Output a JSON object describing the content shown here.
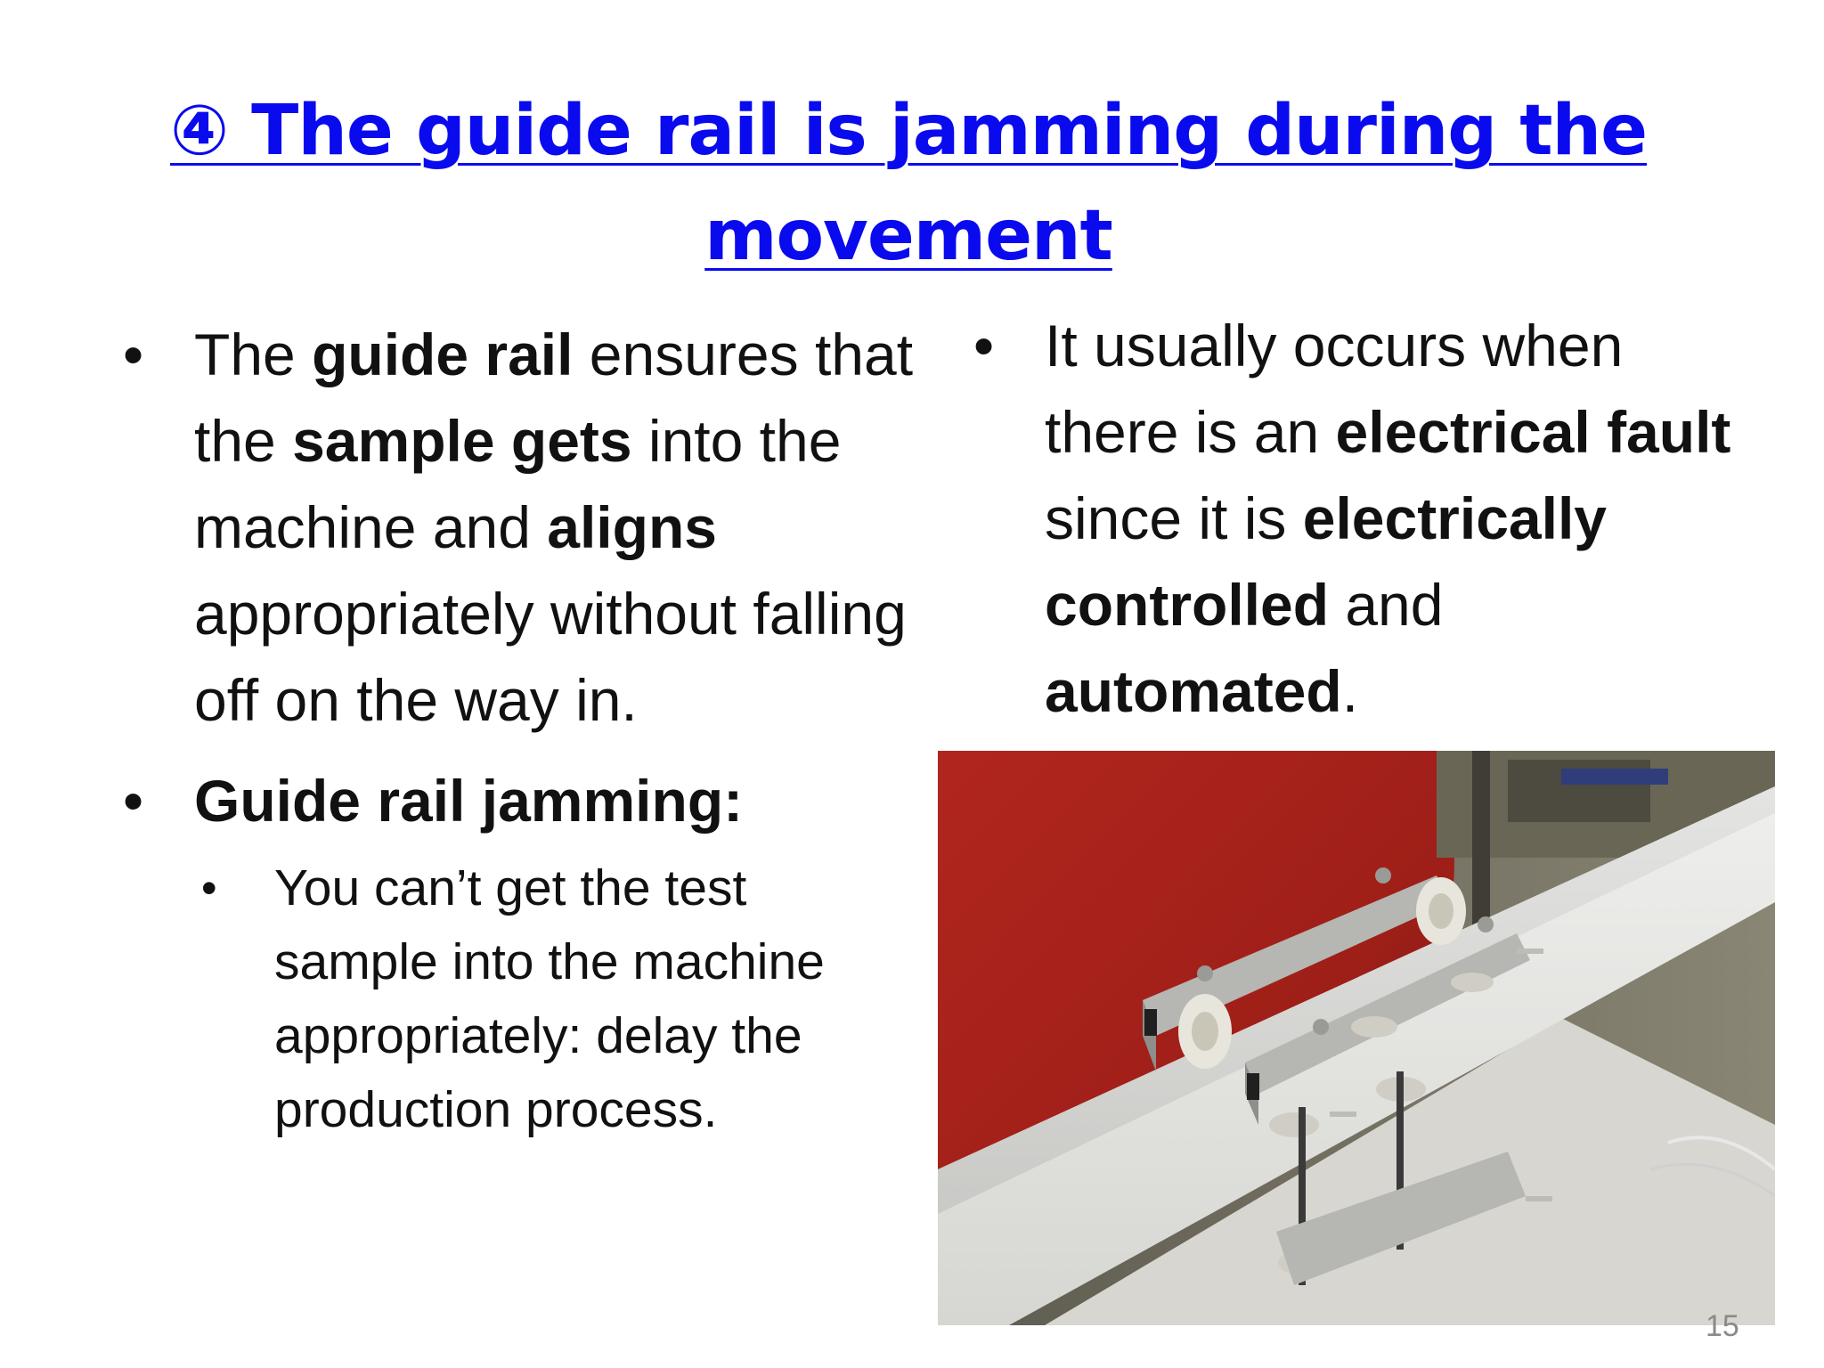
{
  "slide": {
    "title": "④ The guide rail is jamming during the movement",
    "page_number": "15"
  },
  "left": {
    "bullet1": {
      "t1": "The ",
      "b1": "guide rail",
      "t2": " ensures that the ",
      "b2": "sample gets",
      "t3": " into the machine and ",
      "b3": "aligns",
      "t4": " appropriately without falling off on the way in."
    },
    "bullet2": {
      "label": "Guide rail jamming:",
      "sub": "You can’t get the test sample into the machine appropriately: delay the production process."
    }
  },
  "right": {
    "bullet1": {
      "t1": "It usually occurs when there is an ",
      "b1": "electrical fault",
      "t2": " since it is ",
      "b2": "electrically controlled",
      "t3": " and ",
      "b3": "automated",
      "t4": "."
    }
  },
  "bullet_symbol": "•",
  "photo": {
    "icon": "guide-rail-photo"
  }
}
